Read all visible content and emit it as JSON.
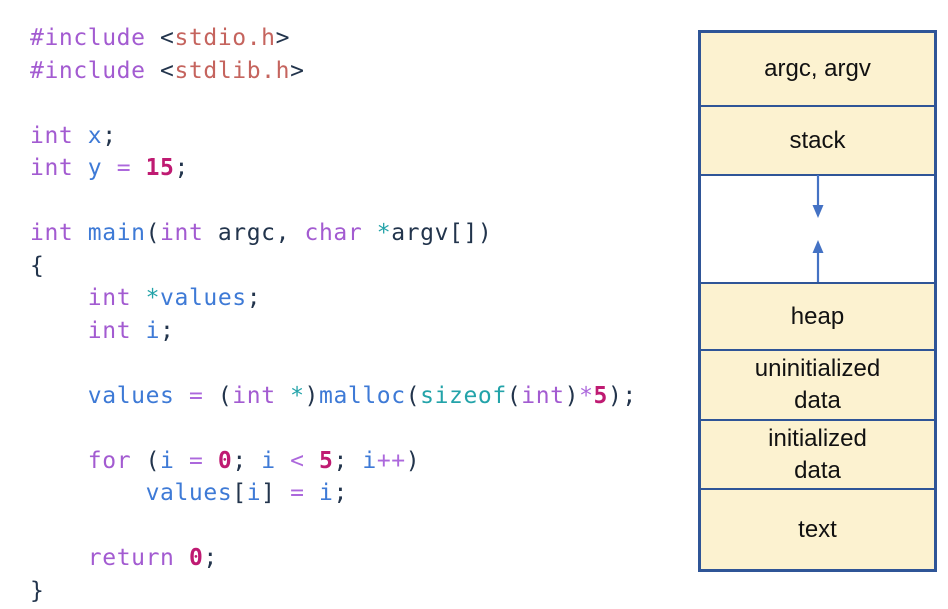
{
  "code": {
    "lines": [
      [
        [
          "kw",
          "#include"
        ],
        [
          "pl",
          " <"
        ],
        [
          "hdr",
          "stdio.h"
        ],
        [
          "pl",
          ">"
        ]
      ],
      [
        [
          "kw",
          "#include"
        ],
        [
          "pl",
          " <"
        ],
        [
          "hdr",
          "stdlib.h"
        ],
        [
          "pl",
          ">"
        ]
      ],
      [],
      [
        [
          "kw",
          "int"
        ],
        [
          "pl",
          " "
        ],
        [
          "id",
          "x"
        ],
        [
          "pl",
          ";"
        ]
      ],
      [
        [
          "kw",
          "int"
        ],
        [
          "pl",
          " "
        ],
        [
          "id",
          "y"
        ],
        [
          "pl",
          " "
        ],
        [
          "op",
          "="
        ],
        [
          "pl",
          " "
        ],
        [
          "num",
          "15"
        ],
        [
          "pl",
          ";"
        ]
      ],
      [],
      [
        [
          "kw",
          "int"
        ],
        [
          "pl",
          " "
        ],
        [
          "id",
          "main"
        ],
        [
          "pl",
          "("
        ],
        [
          "kw",
          "int"
        ],
        [
          "pl",
          " argc, "
        ],
        [
          "kw",
          "char"
        ],
        [
          "pl",
          " "
        ],
        [
          "ptr",
          "*"
        ],
        [
          "pl",
          "argv[])"
        ]
      ],
      [
        [
          "pl",
          "{"
        ]
      ],
      [
        [
          "pl",
          "    "
        ],
        [
          "kw",
          "int"
        ],
        [
          "pl",
          " "
        ],
        [
          "ptr",
          "*"
        ],
        [
          "id",
          "values"
        ],
        [
          "pl",
          ";"
        ]
      ],
      [
        [
          "pl",
          "    "
        ],
        [
          "kw",
          "int"
        ],
        [
          "pl",
          " "
        ],
        [
          "id",
          "i"
        ],
        [
          "pl",
          ";"
        ]
      ],
      [],
      [
        [
          "pl",
          "    "
        ],
        [
          "id",
          "values"
        ],
        [
          "pl",
          " "
        ],
        [
          "op",
          "="
        ],
        [
          "pl",
          " ("
        ],
        [
          "kw",
          "int"
        ],
        [
          "pl",
          " "
        ],
        [
          "ptr",
          "*"
        ],
        [
          "pl",
          ")"
        ],
        [
          "id",
          "malloc"
        ],
        [
          "pl",
          "("
        ],
        [
          "ptr",
          "sizeof"
        ],
        [
          "pl",
          "("
        ],
        [
          "kw",
          "int"
        ],
        [
          "pl",
          ")"
        ],
        [
          "op",
          "*"
        ],
        [
          "num",
          "5"
        ],
        [
          "pl",
          ");"
        ]
      ],
      [],
      [
        [
          "pl",
          "    "
        ],
        [
          "kw",
          "for"
        ],
        [
          "pl",
          " ("
        ],
        [
          "id",
          "i"
        ],
        [
          "pl",
          " "
        ],
        [
          "op",
          "="
        ],
        [
          "pl",
          " "
        ],
        [
          "num",
          "0"
        ],
        [
          "pl",
          "; "
        ],
        [
          "id",
          "i"
        ],
        [
          "pl",
          " "
        ],
        [
          "op",
          "<"
        ],
        [
          "pl",
          " "
        ],
        [
          "num",
          "5"
        ],
        [
          "pl",
          "; "
        ],
        [
          "id",
          "i"
        ],
        [
          "op",
          "++"
        ],
        [
          "pl",
          ")"
        ]
      ],
      [
        [
          "pl",
          "        "
        ],
        [
          "id",
          "values"
        ],
        [
          "pl",
          "["
        ],
        [
          "id",
          "i"
        ],
        [
          "pl",
          "] "
        ],
        [
          "op",
          "="
        ],
        [
          "pl",
          " "
        ],
        [
          "id",
          "i"
        ],
        [
          "pl",
          ";"
        ]
      ],
      [],
      [
        [
          "pl",
          "    "
        ],
        [
          "kw",
          "return"
        ],
        [
          "pl",
          " "
        ],
        [
          "num",
          "0"
        ],
        [
          "pl",
          ";"
        ]
      ],
      [
        [
          "pl",
          "}"
        ]
      ]
    ]
  },
  "diagram": {
    "labels": {
      "argc_argv": "argc, argv",
      "stack": "stack",
      "heap": "heap",
      "uninitialized": "uninitialized\ndata",
      "initialized": "initialized\ndata",
      "text": "text"
    },
    "icons": {
      "down_arrow": "stack-grows-down-arrow",
      "up_arrow": "heap-grows-up-arrow"
    }
  },
  "colors": {
    "segment_fill": "#FCF2D0",
    "segment_border": "#2F5597",
    "arrow": "#4472C4",
    "diagram_text": "#111111",
    "syntax": {
      "keyword": "#A35BD1",
      "identifier": "#3E7AD6",
      "header": "#C5645E",
      "number": "#BF1A72",
      "operator": "#AC68DC",
      "pointer": "#23A3A9",
      "plain": "#22344C"
    }
  }
}
